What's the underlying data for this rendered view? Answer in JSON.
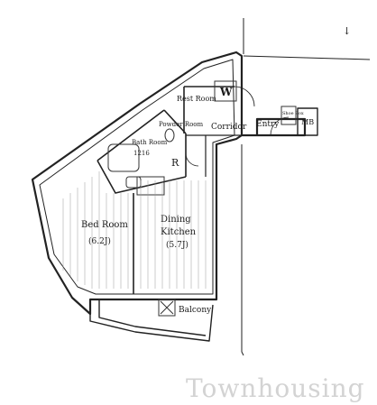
{
  "floorplan": {
    "north_mark": "↓",
    "rooms": {
      "rest_room": "Rest Room",
      "w": "W",
      "powder_room": "Powder Room",
      "corridor": "Corridor",
      "entry": "Entry",
      "shoe_box": "Shoe Box",
      "mb": "MB",
      "bath_room": "Bath Room",
      "bath_size": "1216",
      "r": "R",
      "bed_room": "Bed Room",
      "bed_size": "(6.2J)",
      "dining": "Dining",
      "kitchen": "Kitchen",
      "dk_size": "(5.7J)",
      "balcony": "Balcony"
    }
  },
  "watermark": "Townhousing"
}
